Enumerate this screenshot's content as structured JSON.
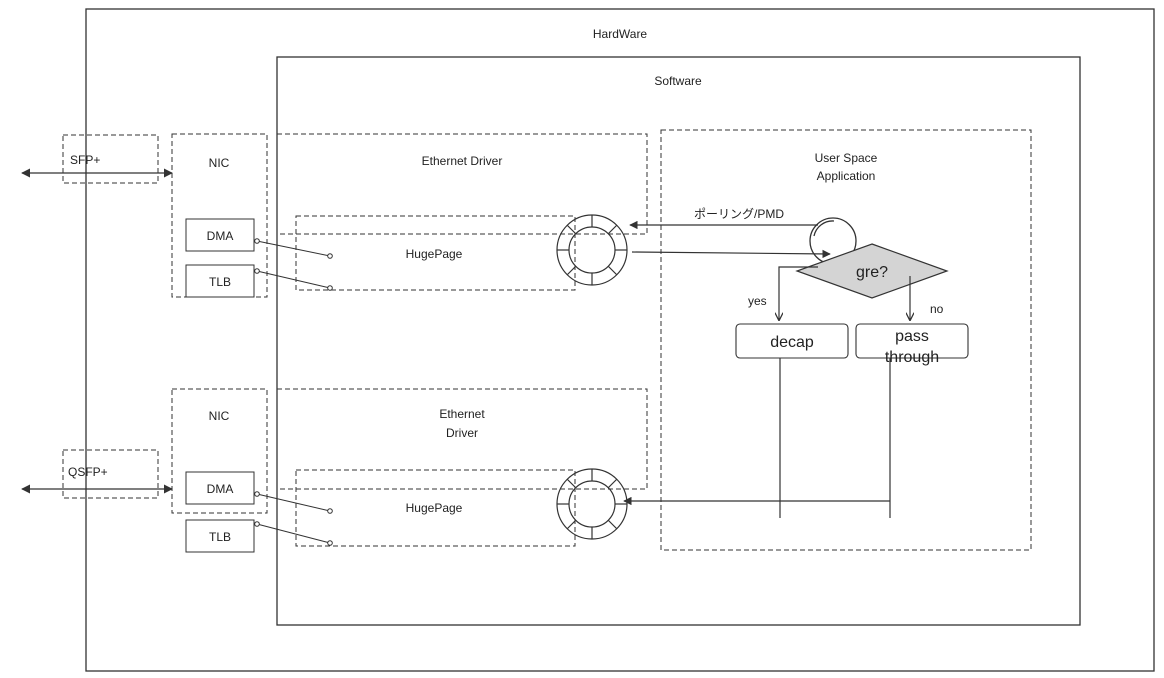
{
  "hardware": {
    "title": "HardWare"
  },
  "software": {
    "title": "Software"
  },
  "ports": {
    "top": "SFP+",
    "bottom": "QSFP+"
  },
  "nic_top": {
    "title": "NIC",
    "dma": "DMA",
    "tlb": "TLB"
  },
  "nic_bottom": {
    "title": "NIC",
    "dma": "DMA",
    "tlb": "TLB"
  },
  "driver_top": {
    "title": "Ethernet Driver",
    "hugepage": "HugePage"
  },
  "driver_bottom": {
    "title_line1": "Ethernet",
    "title_line2": "Driver",
    "hugepage": "HugePage"
  },
  "app": {
    "title_line1": "User Space",
    "title_line2": "Application",
    "polling_label": "ポーリング/PMD",
    "decision": "gre?",
    "yes_label": "yes",
    "no_label": "no",
    "decap": "decap",
    "pass_line1": "pass",
    "pass_line2": "through"
  },
  "colors": {
    "stroke": "#333333",
    "diamond_fill": "#d4d4d4",
    "background": "#ffffff"
  }
}
